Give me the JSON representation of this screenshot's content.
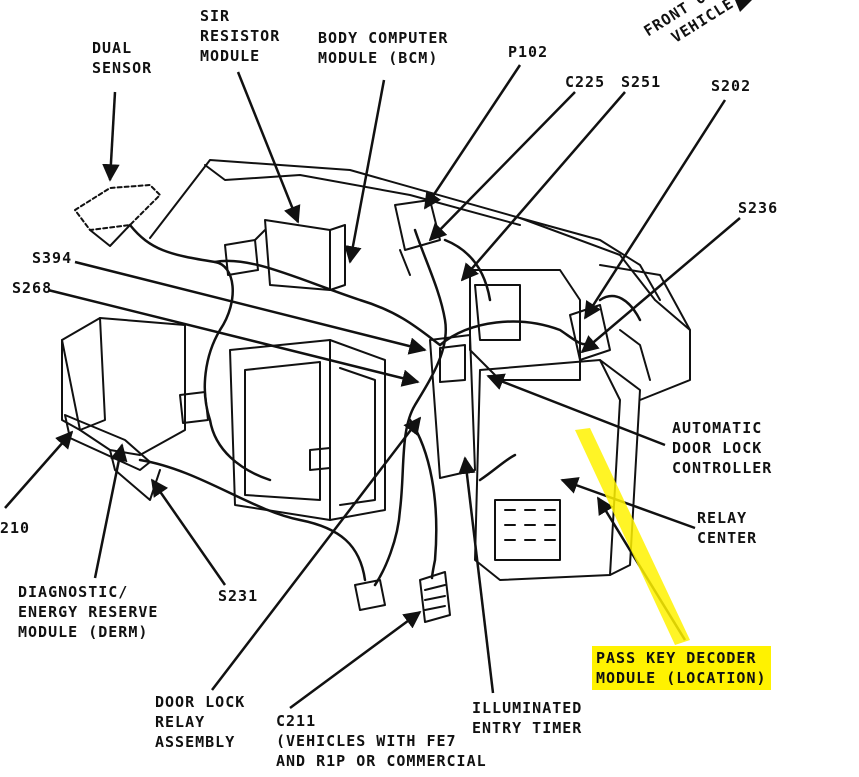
{
  "colors": {
    "line": "#111111",
    "highlight": "#fff200",
    "background": "#ffffff"
  },
  "labels": {
    "dual_sensor": [
      "DUAL",
      "SENSOR"
    ],
    "sir_resistor": [
      "SIR",
      "RESISTOR",
      "MODULE"
    ],
    "bcm": [
      "BODY COMPUTER",
      "MODULE (BCM)"
    ],
    "p102": "P102",
    "c225": "C225",
    "s251": "S251",
    "front": [
      "FRONT OF",
      "VEHICLE"
    ],
    "s202": "S202",
    "s236": "S236",
    "s394": "S394",
    "s268": "S268",
    "adlc": [
      "AUTOMATIC",
      "DOOR LOCK",
      "CONTROLLER"
    ],
    "relay_center": [
      "RELAY",
      "CENTER"
    ],
    "s210": "210",
    "derm": [
      "DIAGNOSTIC/",
      "ENERGY RESERVE",
      "MODULE (DERM)"
    ],
    "s231": "S231",
    "pass_key": [
      "PASS KEY DECODER",
      "MODULE (LOCATION)"
    ],
    "door_lock_relay": [
      "DOOR LOCK",
      "RELAY",
      "ASSEMBLY"
    ],
    "c211": [
      "C211",
      "(VEHICLES WITH FE7",
      "AND R1P OR COMMERCIAL"
    ],
    "illuminated": [
      "ILLUMINATED",
      "ENTRY TIMER"
    ]
  }
}
